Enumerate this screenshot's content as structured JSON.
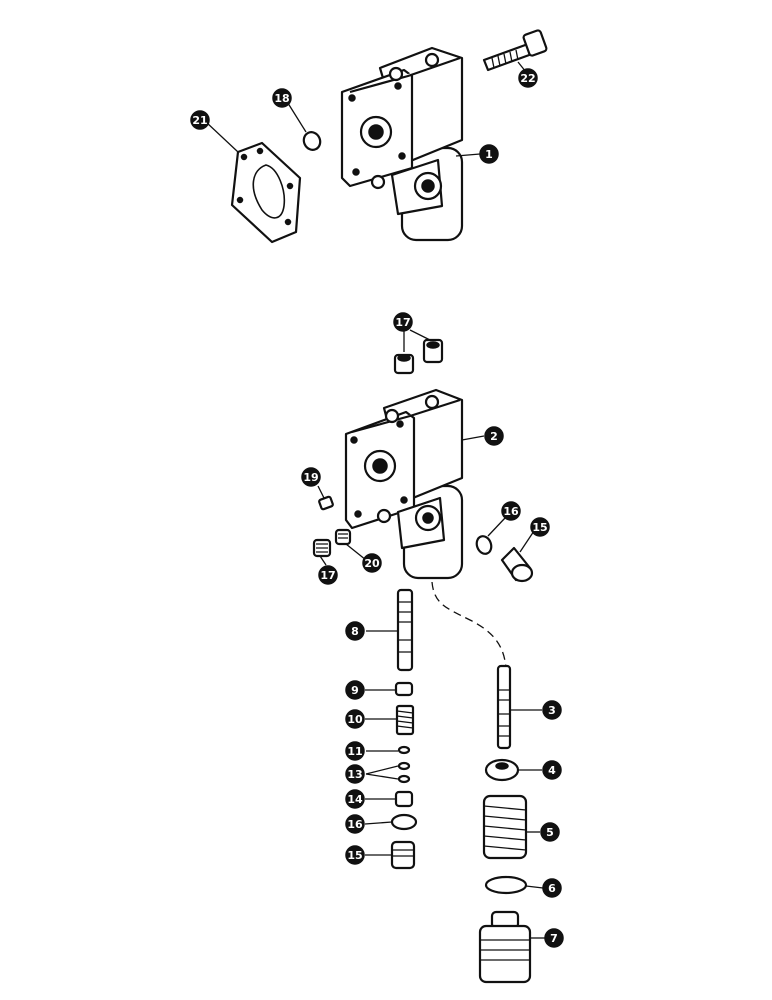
{
  "callouts": {
    "c1": "1",
    "c2": "2",
    "c3": "3",
    "c4": "4",
    "c5": "5",
    "c6": "6",
    "c7": "7",
    "c8": "8",
    "c9": "9",
    "c10": "10",
    "c11": "11",
    "c13": "13",
    "c14": "14",
    "c15a": "15",
    "c15b": "15",
    "c16a": "16",
    "c16b": "16",
    "c17a": "17",
    "c17b": "17",
    "c18": "18",
    "c19": "19",
    "c20": "20",
    "c21": "21",
    "c22": "22"
  }
}
